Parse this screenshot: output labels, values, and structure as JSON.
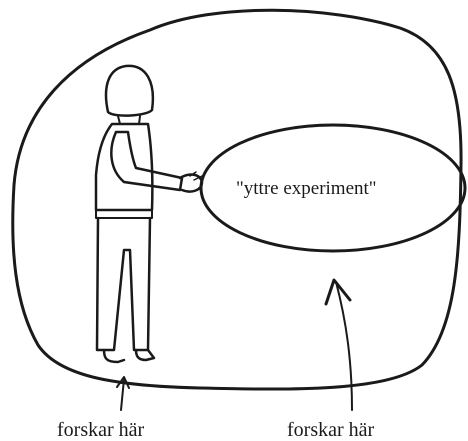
{
  "inner_label": "\"yttre experiment\"",
  "bottom_labels": {
    "left": "forskar här",
    "right": "forskar här"
  }
}
